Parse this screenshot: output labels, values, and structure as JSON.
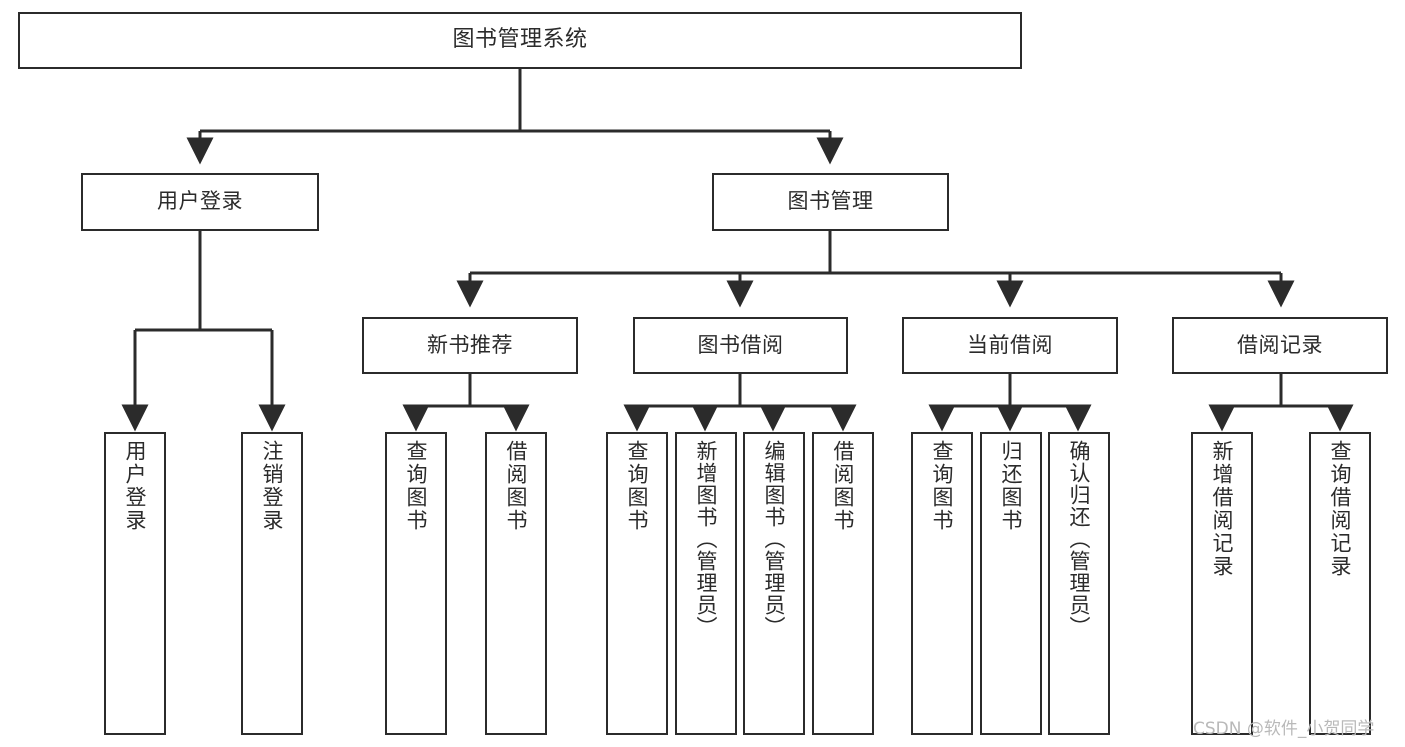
{
  "diagram": {
    "type": "tree",
    "title": "图书管理系统",
    "watermark": "CSDN @软件_小贺同学",
    "colors": {
      "stroke": "#2b2b2b",
      "fill": "#ffffff",
      "text": "#2b2b2b",
      "watermark": "#b9b9b9"
    },
    "nodes": {
      "root": {
        "label": "图书管理系统"
      },
      "level1": [
        {
          "id": "user-login",
          "label": "用户登录"
        },
        {
          "id": "book-manage",
          "label": "图书管理"
        }
      ],
      "level2": [
        {
          "id": "new-book-rec",
          "label": "新书推荐"
        },
        {
          "id": "book-borrow",
          "label": "图书借阅"
        },
        {
          "id": "current-borrow",
          "label": "当前借阅"
        },
        {
          "id": "borrow-record",
          "label": "借阅记录"
        }
      ],
      "leaves": {
        "user_login": [
          {
            "id": "leaf-user-login",
            "label": "用户登录"
          },
          {
            "id": "leaf-logout",
            "label": "注销登录"
          }
        ],
        "new_book_rec": [
          {
            "id": "leaf-query-book-1",
            "label": "查询图书"
          },
          {
            "id": "leaf-borrow-book-1",
            "label": "借阅图书"
          }
        ],
        "book_borrow": [
          {
            "id": "leaf-query-book-2",
            "label": "查询图书"
          },
          {
            "id": "leaf-add-book",
            "label": "新增图书（管理员）"
          },
          {
            "id": "leaf-edit-book",
            "label": "编辑图书（管理员）"
          },
          {
            "id": "leaf-borrow-book-2",
            "label": "借阅图书"
          }
        ],
        "current_borrow": [
          {
            "id": "leaf-query-book-3",
            "label": "查询图书"
          },
          {
            "id": "leaf-return-book",
            "label": "归还图书"
          },
          {
            "id": "leaf-confirm-return",
            "label": "确认归还（管理员）"
          }
        ],
        "borrow_record": [
          {
            "id": "leaf-add-record",
            "label": "新增借阅记录"
          },
          {
            "id": "leaf-query-record",
            "label": "查询借阅记录"
          }
        ]
      }
    }
  }
}
